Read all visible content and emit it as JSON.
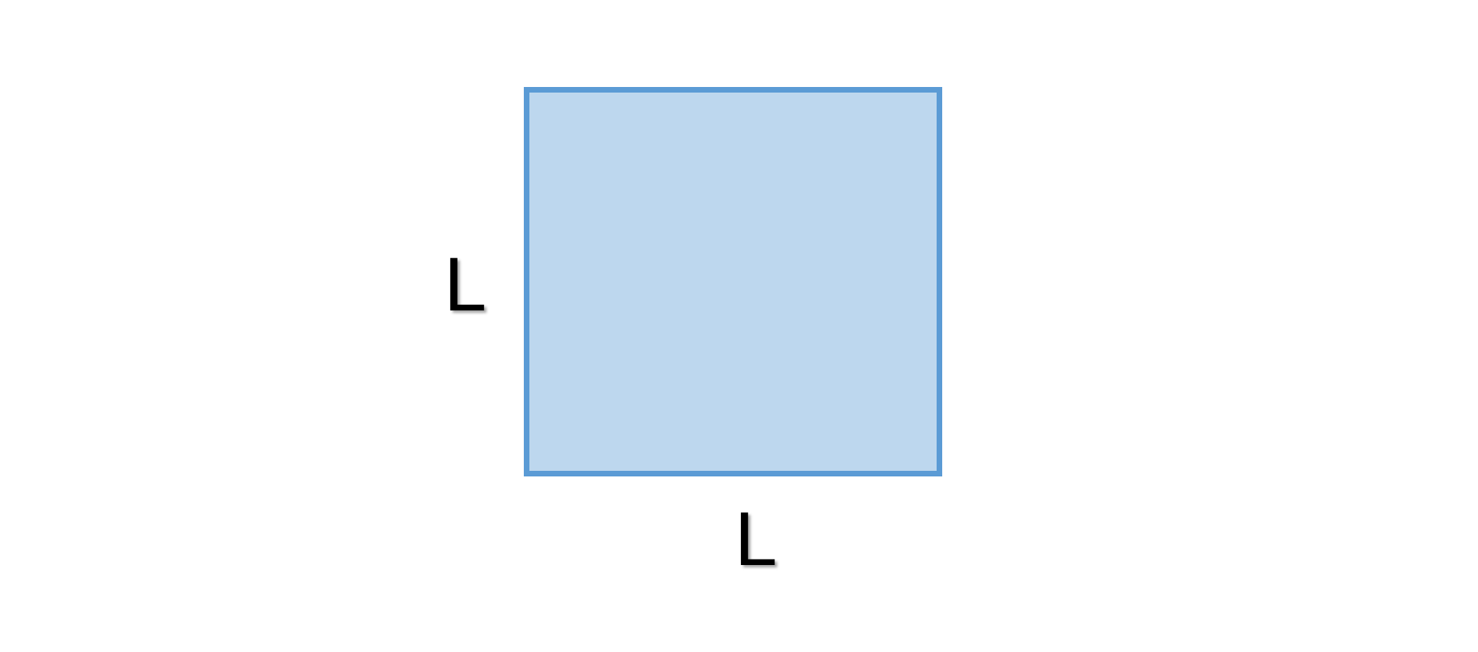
{
  "diagram": {
    "shape": "square",
    "colors": {
      "fill": "#bdd7ee",
      "stroke": "#5b9bd5",
      "label": "#000000"
    },
    "labels": {
      "left_side": "L",
      "bottom_side": "L"
    }
  }
}
